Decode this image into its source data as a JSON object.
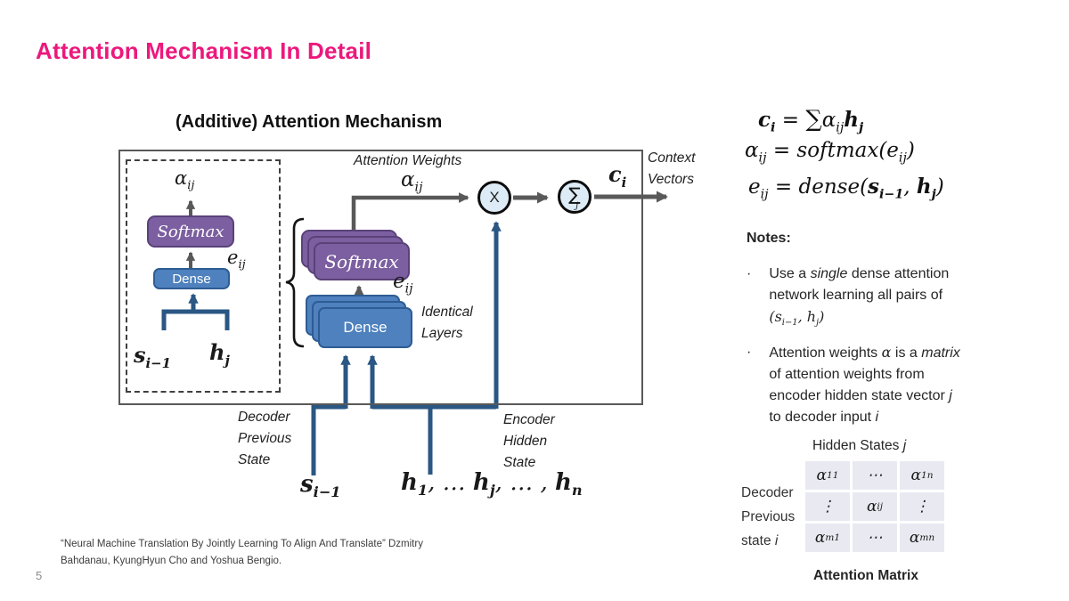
{
  "colors": {
    "title_pink": "#EC187C",
    "softmax_purple": "#7C5FA0",
    "softmax_purple_border": "#5A4279",
    "dense_blue": "#4E81BD",
    "dense_blue_border": "#2E5C94",
    "connector_blue": "#2A5783",
    "connector_gray": "#595959",
    "node_fill": "#DCEBF5",
    "matrix_cell_bg": "#E9E9F1"
  },
  "slide": {
    "title": "Attention Mechanism In Detail",
    "page_number": "5",
    "citation_html": "“Neural Machine Translation By Jointly Learning To Align And Translate” Dzmitry<br>Bahdanau, KyungHyun Cho and Yoshua Bengio."
  },
  "diagram": {
    "subtitle": "(Additive) Attention Mechanism",
    "inset": {
      "alpha_html": "α<sub>ij</sub>",
      "softmax_label": "Softmax",
      "e_html": "e<sub>ij</sub>",
      "dense_label": "Dense",
      "s_html": "<b>s</b><sub><b>i−1</b></sub>",
      "h_html": "<b>h</b><sub><b>j</b></sub>"
    },
    "stack": {
      "softmax_label": "Softmax",
      "dense_label": "Dense",
      "e_html": "e<sub>ij</sub>",
      "identical_lines": [
        "Identical",
        "Layers"
      ]
    },
    "flow": {
      "attention_weights": "Attention Weights",
      "alpha_html": "α<sub>ij</sub>",
      "multiply_glyph": "X",
      "sum_glyph": "∑",
      "sum_sub": "j",
      "c_html": "<b>c</b><sub><b>i</b></sub>",
      "context_lines": [
        "Context",
        "Vectors"
      ]
    },
    "inputs": {
      "decoder_lines": [
        "Decoder",
        "Previous",
        "State"
      ],
      "encoder_lines": [
        "Encoder",
        "Hidden",
        "State"
      ],
      "s_html": "<b>s</b><sub><b>i−1</b></sub>",
      "h_html": "<b>h</b><sub><b>1</b></sub>, … <b>h</b><sub><b>j</b></sub>, … , <b>h</b><sub><b>n</b></sub>"
    }
  },
  "equations": {
    "eq1_html": "<b>c</b><sub><b>i</b></sub> = <span class=\"sg\">∑</span>α<sub>ij</sub><b>h</b><sub><b>j</b></sub>",
    "eq2_html": "α<sub>ij</sub> = softmax(e<sub>ij</sub>)",
    "eq3_html": "e<sub>ij</sub> = dense(<b>s</b><sub><b>i−1</b></sub>, <b>h</b><sub><b>j</b></sub>)"
  },
  "notes": {
    "heading": "Notes:",
    "bullet1_html": "Use a <i>single</i> dense attention<br>network learning all pairs of<br><span class=\"m\">(s<sub>i−1</sub>, h<sub>j</sub>)</span>",
    "bullet2_html": "Attention weights <span class=\"m\">α</span> is a <i>matrix</i><br>of attention weights from<br>encoder hidden state vector <i>j</i><br>to decoder input <i>i</i>"
  },
  "matrix": {
    "col_header_html": "Hidden States <i>j</i>",
    "row_header_lines_html": [
      "Decoder",
      "Previous",
      "state <i>i</i>"
    ],
    "cells": [
      [
        "α<sub>11</sub>",
        "⋯",
        "α<sub>1n</sub>"
      ],
      [
        "⋮",
        "α<sub>ij</sub>",
        "⋮"
      ],
      [
        "α<sub>m1</sub>",
        "⋯",
        "α<sub>mn</sub>"
      ]
    ],
    "caption": "Attention Matrix"
  }
}
